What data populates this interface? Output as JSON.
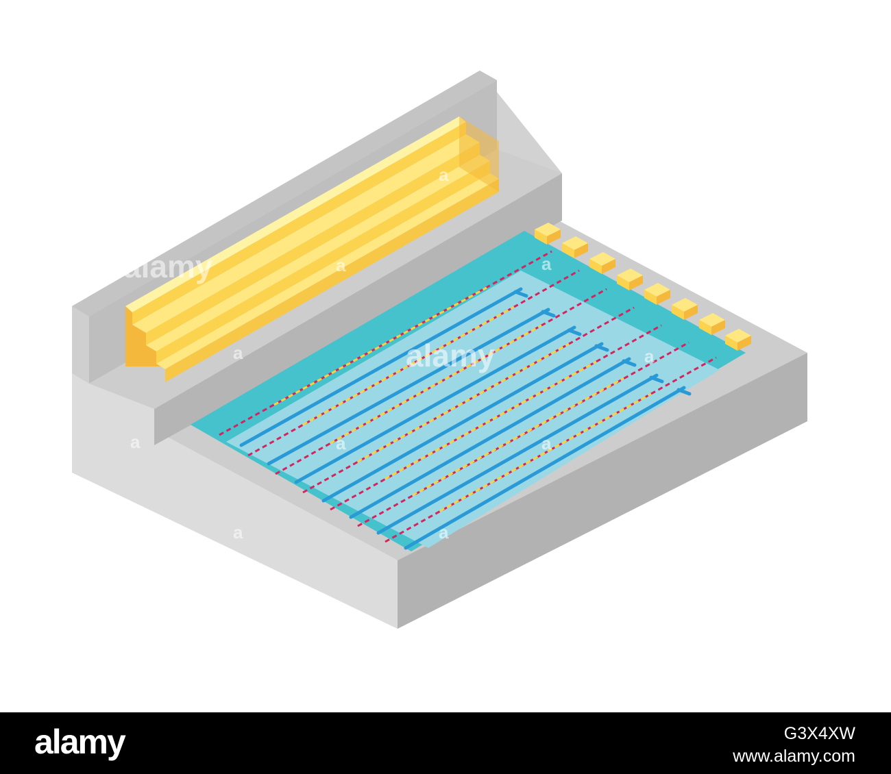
{
  "watermark": {
    "brand": "alamy",
    "image_id": "G3X4XW",
    "url": "www.alamy.com",
    "overlay_text": "alamy",
    "overlay_letter": "a"
  },
  "colors": {
    "concrete_top": "#cdcdcd",
    "concrete_front": "#dcdcdc",
    "concrete_side": "#b2b2b2",
    "seat_yellow": "#fcd34e",
    "seat_orange": "#f3b83c",
    "water_light": "#9bd8e6",
    "water_deep": "#45c2cc",
    "lane_blue": "#2a9ad6",
    "rope_red": "#d4245e",
    "rope_yellow": "#f4d43f",
    "block_yellow": "#fcd34e"
  },
  "scene": {
    "starting_blocks": 8,
    "lane_ropes": 7,
    "lanes": 8,
    "bleacher_rows": 4
  }
}
